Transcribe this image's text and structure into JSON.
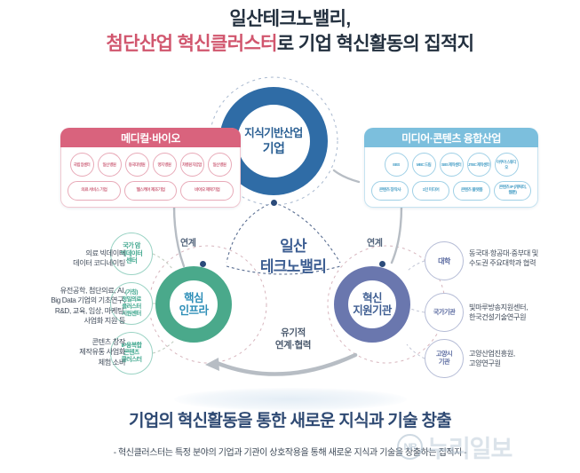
{
  "title": {
    "line1": "일산테크노밸리,",
    "line2_highlight": "첨단산업 혁신클러스터",
    "line2_rest": "로 기업 혁신활동의 집적지",
    "highlight_color": "#d1566e"
  },
  "center": {
    "label_line1": "일산",
    "label_line2": "테크노밸리",
    "organic_line1": "유기적",
    "organic_line2": "연계·협력",
    "linkage_left": "연계",
    "linkage_right": "연계"
  },
  "rings": [
    {
      "id": "knowledge",
      "label_top": "지식기반산업",
      "label_bottom": "기업",
      "ring_color": "#2f6ca6",
      "text_color": "#2a5f93"
    },
    {
      "id": "infra",
      "label_top": "핵심",
      "label_bottom": "인프라",
      "ring_color": "#4aa98b",
      "text_color": "#2f8fb8"
    },
    {
      "id": "support",
      "label_top": "혁신",
      "label_bottom": "지원기관",
      "ring_color": "#6a77ae",
      "text_color": "#3f5e92"
    }
  ],
  "panels": {
    "medical": {
      "title": "메디컬·바이오",
      "header_color": "#d9637d",
      "circles": [
        "국립 암센터",
        "일산 병원",
        "동국대 병원",
        "명지 병원",
        "차병원 자궁암",
        "일산 병원"
      ],
      "wides": [
        "의료 서비스 기업",
        "헬스케어 제조기업",
        "바이오 제약기업"
      ]
    },
    "media": {
      "title": "미디어·콘텐츠 융합산업",
      "header_color": "#7cbfdd",
      "circles": [
        "EBS",
        "MBC 드림",
        "SBS 제작센터",
        "JTBC 제작센터",
        "아쿠아 스튜디오"
      ],
      "wides": [
        "콘텐츠 창작사",
        "1인 미디어",
        "콘텐츠 플랫폼",
        "콘텐츠 IP (캐릭터, 웹툰)"
      ]
    }
  },
  "satellites": {
    "infra": [
      {
        "bubble_line1": "국가 암",
        "bubble_line2": "빅데이터",
        "bubble_line3": "센터",
        "note": "의료 빅데이터\n데이터 코디네이팅"
      },
      {
        "bubble_line1": "(가칭)",
        "bubble_line2": "정밀의료",
        "bubble_line3": "클러스터",
        "bubble_line4": "지원센터",
        "note": "유전공학, 첨단의료, AI,\nBig Data 기업의 기초연구,\nR&D, 교육, 임상, 마케팅,\n사업화 지원 등"
      },
      {
        "bubble_line1": "IP융복합",
        "bubble_line2": "콘텐츠",
        "bubble_line3": "클러스터",
        "note": "콘텐츠 창작\n제작유통 사업화\n체험 소비"
      }
    ],
    "support": [
      {
        "bubble_line1": "대학",
        "note": "동국대·항공대·중부대 및\n수도권 주요대학과 협력"
      },
      {
        "bubble_line1": "국가기관",
        "note": "빛마루방송지원센터,\n한국건설기술연구원"
      },
      {
        "bubble_line1": "고양시",
        "bubble_line2": "기관",
        "note": "고양산업진흥원,\n고양연구원"
      }
    ]
  },
  "footer": {
    "main": "기업의 혁신활동을 통한 새로운 지식과 기술 창출",
    "sub": "- 혁신클러스터는 특정 분야의 기업과 기관이 상호작용을 통해 새로운 지식과 기술을 창출하는 집적지 -"
  },
  "watermark": {
    "badge": "NR",
    "text": "누리일보"
  }
}
